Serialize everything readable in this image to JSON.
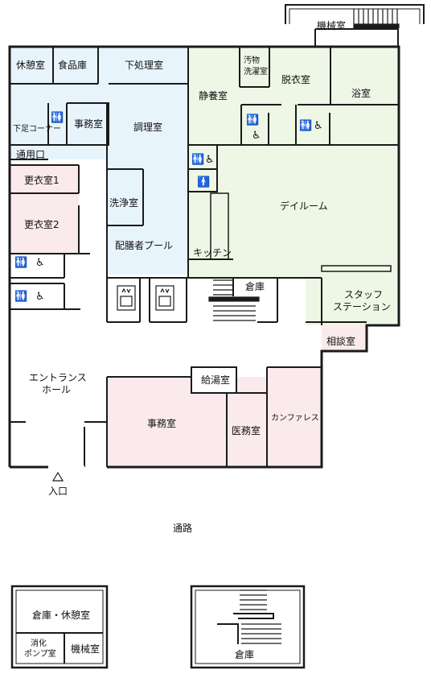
{
  "zone_colors": {
    "kitchen_blue": "#e8f4fc",
    "care_green": "#eef7e6",
    "pink": "#fbeaec",
    "wall": "#1a1a1a"
  },
  "icons": [
    "restroom-icon",
    "wheelchair-icon",
    "elevator-icon",
    "stairs-icon",
    "entrance-triangle-icon"
  ],
  "rooms": {
    "machine_room_top": "機械室",
    "rest_room": "休憩室",
    "food_storage": "食品庫",
    "prep_room": "下処理室",
    "filth_laundry": "汚物\n洗濯室",
    "changing_room": "脱衣室",
    "bath_room": "浴室",
    "quiet_room": "静養室",
    "office_small": "事務室",
    "shoe_corner": "下足コーナー",
    "cooking_room": "調理室",
    "service_entrance": "通用口",
    "locker_1": "更衣室1",
    "locker_2": "更衣室2",
    "washing_room": "洗浄室",
    "meal_pool": "配膳者プール",
    "kitchenette": "キッチン",
    "day_room": "デイルーム",
    "storage_mid": "倉庫",
    "staff_station": "スタッフ\nステーション",
    "consultation": "相談室",
    "entrance_hall": "エントランス\nホール",
    "kettle_room": "給湯室",
    "office_main": "事務室",
    "medical_room": "医務室",
    "conference": "カンファレス",
    "entrance": "入口",
    "passage": "通路",
    "storage_rest": "倉庫・休憩室",
    "fire_pump": "消化\nポンプ室",
    "machine_room_bottom": "機械室",
    "storage_bottom": "倉庫"
  }
}
